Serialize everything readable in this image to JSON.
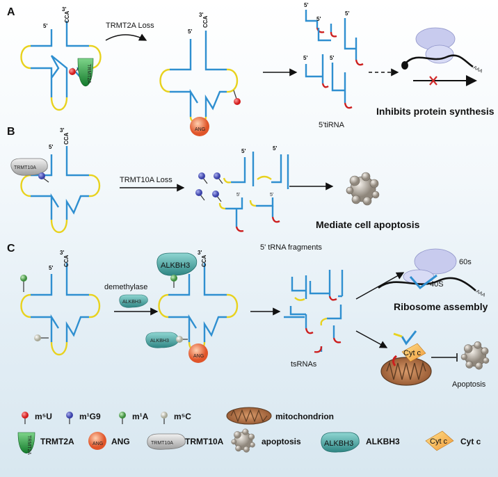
{
  "panels": {
    "a": "A",
    "b": "B",
    "c": "C"
  },
  "panel_a": {
    "arrow_label": "TRMT2A  Loss",
    "fragments_label": "5'tiRNA",
    "outcome": "Inhibits protein synthesis",
    "enzyme": "TRMT2A",
    "nuclease": "ANG",
    "poly_a": "AAA"
  },
  "panel_b": {
    "enzyme": "TRMT10A",
    "arrow_label": "TRMT10A  Loss",
    "fragments_label": "5' tRNA fragments",
    "outcome": "Mediate cell apoptosis"
  },
  "panel_c": {
    "demethylase_label": "demethylase",
    "enzyme_big": "ALKBH3",
    "enzyme_small": "ALKBH3",
    "enzyme_lower": "ALKBH3",
    "nuclease": "ANG",
    "fragments_label": "tsRNAs",
    "ribo_large": "60s",
    "ribo_small": "40S",
    "ribosome_outcome": "Ribosome assembly",
    "cytc": "Cyt c",
    "apoptosis_outcome": "Apoptosis",
    "poly_a": "AAA"
  },
  "trna_labels": {
    "five_prime": "5'",
    "three_prime": "3'",
    "cca": "CCA"
  },
  "legend": {
    "m5u": "m⁵U",
    "m1g9": "m¹G9",
    "m1a": "m¹A",
    "m5c": "m⁵C",
    "mitochondrion": "mitochondrion",
    "trmt2a_icon": "TRMT2A",
    "trmt2a": "TRMT2A",
    "ang_icon": "ANG",
    "ang": "ANG",
    "trmt10a_icon": "TRMT10A",
    "trmt10a": "TRMT10A",
    "apoptosis": "apoptosis",
    "alkbh3_icon": "ALKBH3",
    "alkbh3": "ALKBH3",
    "cytc_icon": "Cyt c",
    "cytc": "Cyt c"
  },
  "colors": {
    "trna_stem": "#2f8fd0",
    "trna_loop": "#e8d21e",
    "cleavage_end": "#cc1f1f",
    "m5u": "#e53030",
    "m1g9": "#4d55b8",
    "m1a": "#5aa05a",
    "m5c": "#c9c9b4",
    "trmt2a": "#1f8e3a",
    "ang": "#e8663a",
    "trmt10a": "#bdbdbd",
    "alkbh3": "#3f9e9c",
    "cytc": "#f3b04a",
    "mitochondrion": "#a9734b",
    "ribosome": "#c8cbee"
  }
}
